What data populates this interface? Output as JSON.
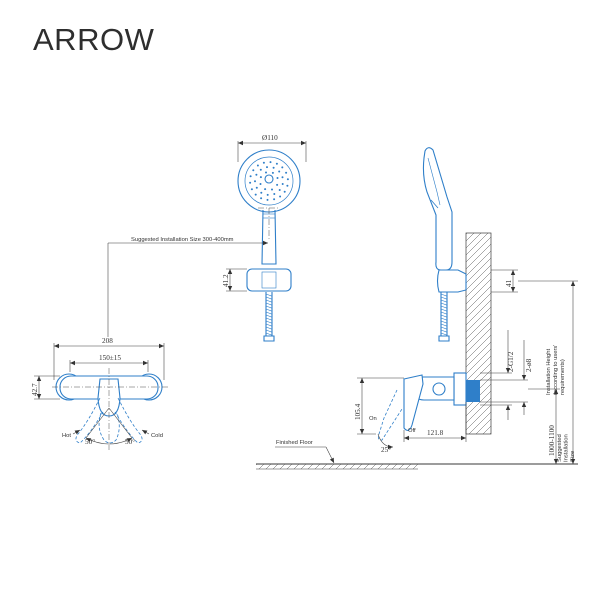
{
  "brand": "ARROW",
  "dimensions": {
    "head_diameter": "Ø110",
    "holder_height": "41.2",
    "rail_spacing": "Suggested Installation Size 300-400mm",
    "mixer_width": "208",
    "mixer_center_spacing": "150±15",
    "mixer_height": "42.7",
    "angle_hot": "50°",
    "angle_cold": "50°",
    "holder_side": "41",
    "outlet_height": "105.4",
    "lever_angle": "25°",
    "projection": "121.8",
    "thread": "2-G1/2",
    "bore": "2-ø8",
    "height_range": "1000-1100",
    "installation_height_note": "Installation Height (according to users' requirements)",
    "suggested_installation_size": "Suggested Installation Size"
  },
  "labels": {
    "hot": "Hot",
    "cold": "Cold",
    "on": "On",
    "off": "Off",
    "floor": "Finished Floor"
  }
}
